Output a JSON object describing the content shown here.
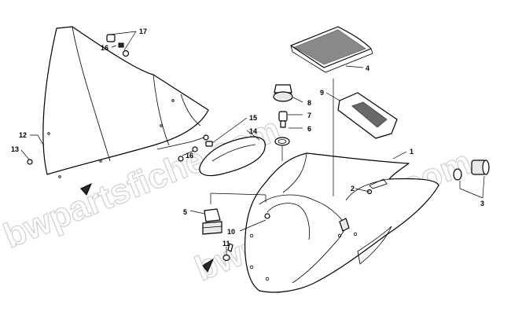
{
  "watermark": {
    "text": "bwpartsfiche.com"
  },
  "callouts": [
    {
      "id": "c1",
      "label": "1"
    },
    {
      "id": "c2",
      "label": "2"
    },
    {
      "id": "c3",
      "label": "3"
    },
    {
      "id": "c4",
      "label": "4"
    },
    {
      "id": "c5",
      "label": "5"
    },
    {
      "id": "c6",
      "label": "6"
    },
    {
      "id": "c7",
      "label": "7"
    },
    {
      "id": "c8",
      "label": "8"
    },
    {
      "id": "c9",
      "label": "9"
    },
    {
      "id": "c10",
      "label": "10"
    },
    {
      "id": "c11",
      "label": "11"
    },
    {
      "id": "c12",
      "label": "12"
    },
    {
      "id": "c13",
      "label": "13"
    },
    {
      "id": "c14",
      "label": "14"
    },
    {
      "id": "c15",
      "label": "15"
    },
    {
      "id": "c16a",
      "label": "16"
    },
    {
      "id": "c16b",
      "label": "16"
    },
    {
      "id": "c17",
      "label": "17"
    }
  ],
  "colors": {
    "line": "#000000",
    "background": "#ffffff",
    "watermark": "#cfcfcf"
  }
}
